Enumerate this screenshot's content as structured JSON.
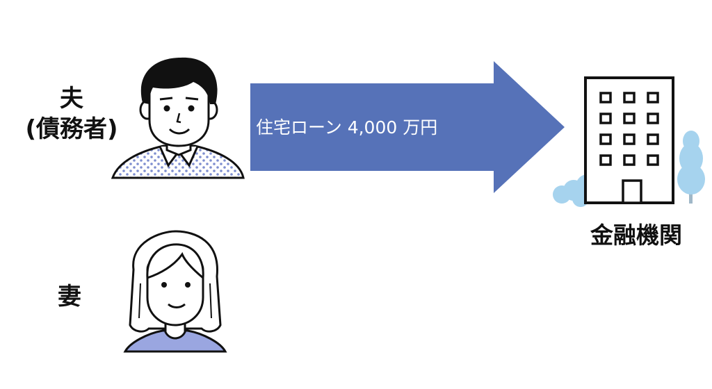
{
  "husband": {
    "line1": "夫",
    "line2": "(債務者)"
  },
  "wife": {
    "label": "妻"
  },
  "loan": {
    "label": "住宅ローン 4,000 万円"
  },
  "bank": {
    "label": "金融機関"
  },
  "colors": {
    "arrow": "#5672b8",
    "shirt_pattern": "#7f8fd0",
    "wife_shirt": "#9aa6e0",
    "tree": "#a6d3ee",
    "outline": "#111111"
  },
  "icons": [
    "man-avatar-icon",
    "woman-avatar-icon",
    "building-icon",
    "tree-icon",
    "bush-icon"
  ]
}
